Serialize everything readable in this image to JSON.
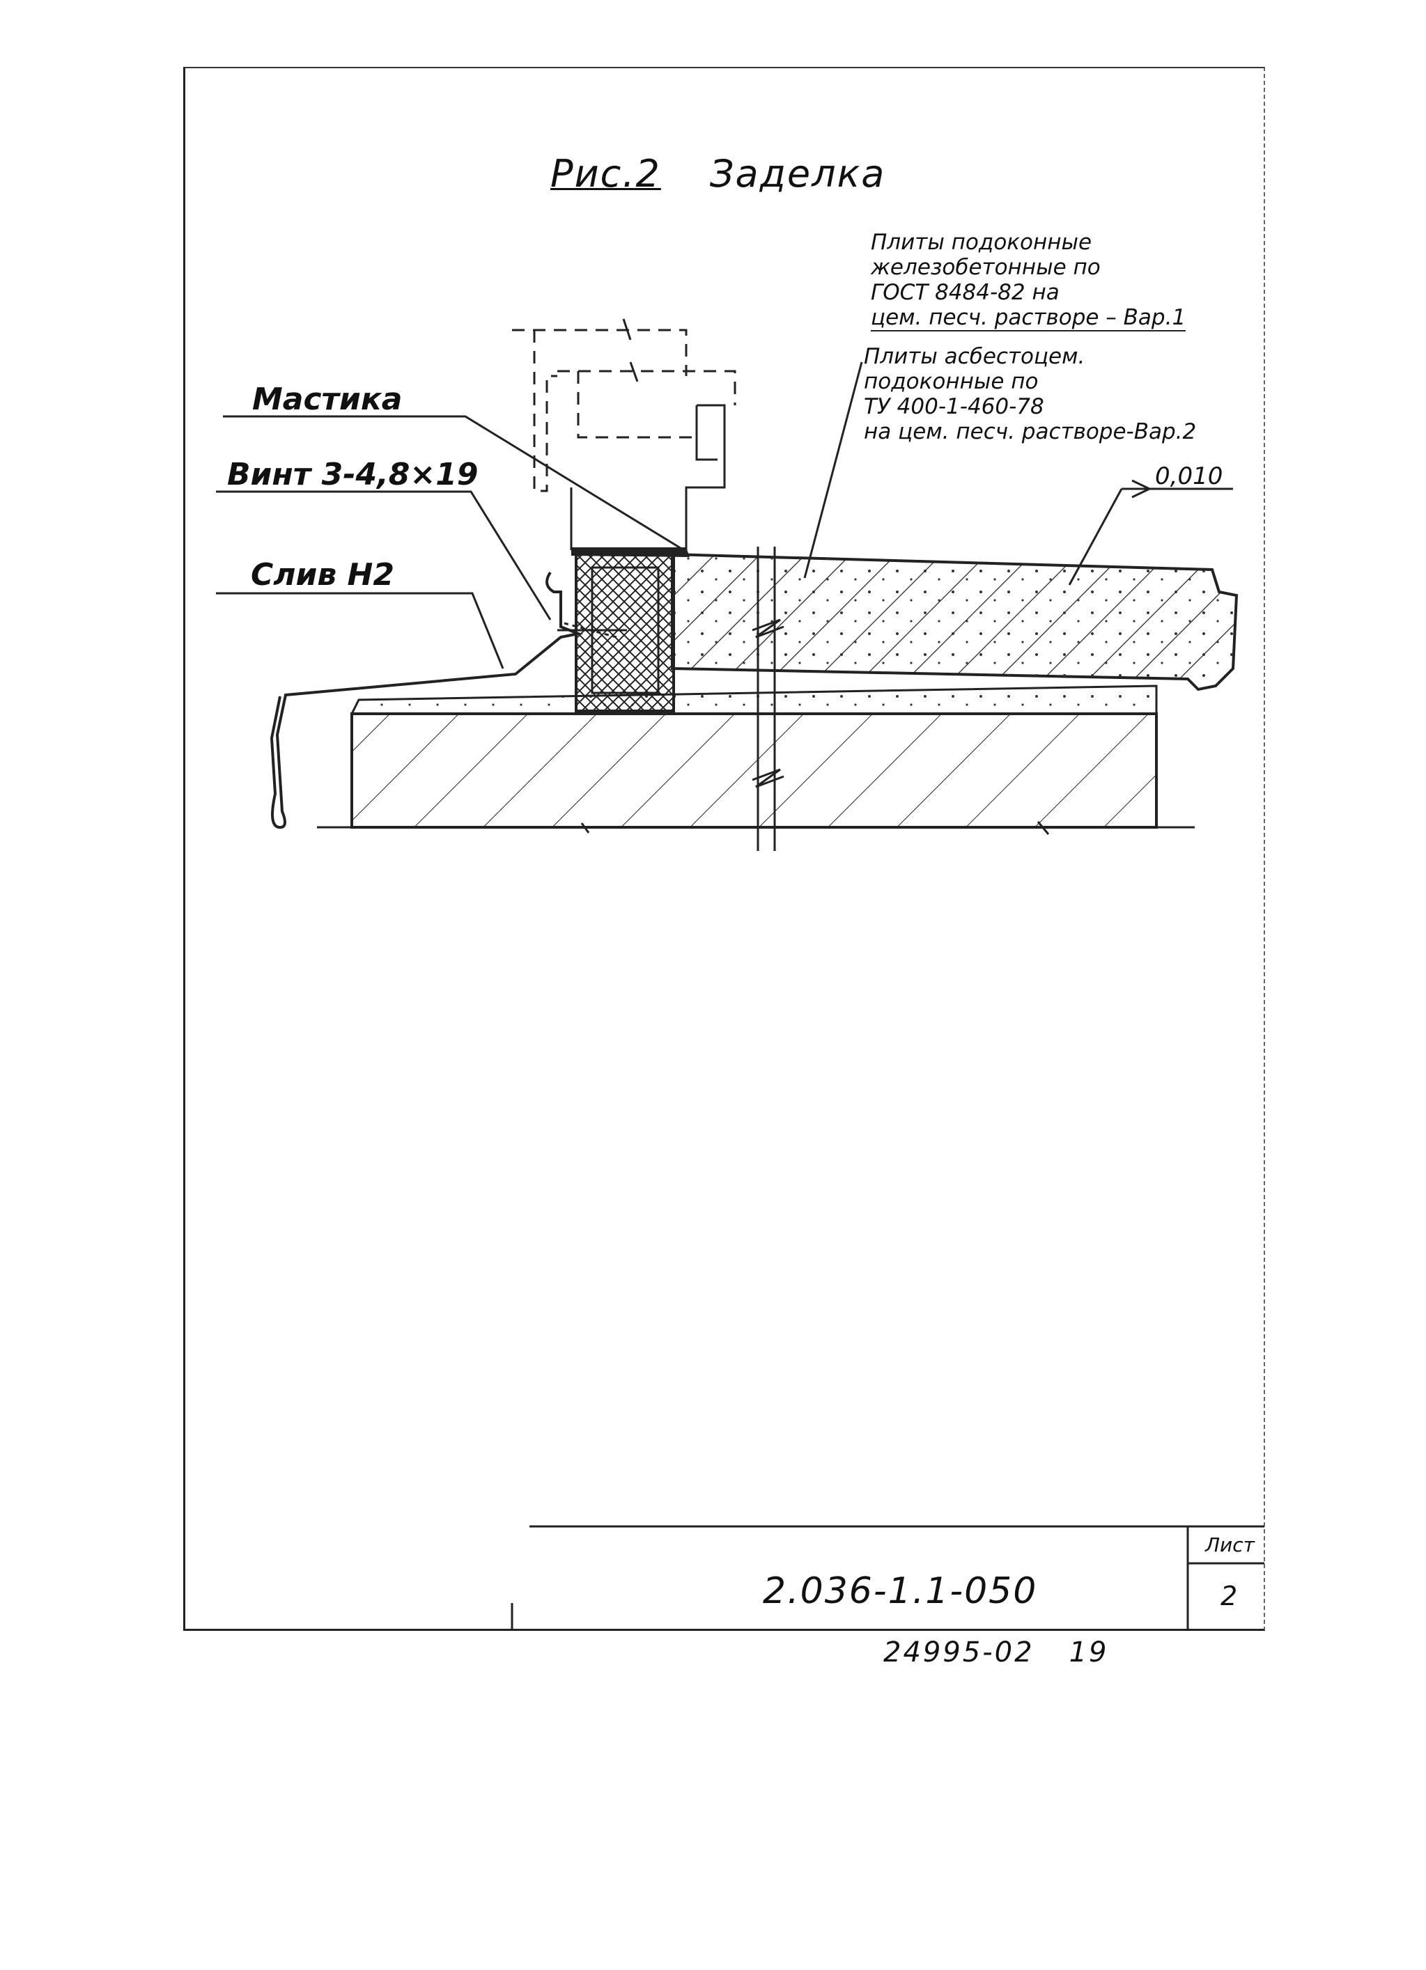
{
  "figure": {
    "number": "Рис.2",
    "title": "Заделка"
  },
  "notes": {
    "variant1": [
      "Плиты подоконные",
      "железобетонные по",
      "ГОСТ 8484-82 на",
      "цем. песч. растворе – Вар.1"
    ],
    "variant2": [
      "Плиты асбестоцем.",
      "подоконные по",
      "ТУ 400-1-460-78",
      "на цем. песч. растворе-Вар.2"
    ]
  },
  "callouts": {
    "mastika": "Мастика",
    "vint": "Винт 3-4,8×19",
    "sliv": "Слив Н2"
  },
  "level_mark": "0,010",
  "title_block": {
    "code": "2.036-1.1-050",
    "sheet_label": "Лист",
    "sheet_number": "2"
  },
  "footer": {
    "inventory": "24995-02",
    "page": "19"
  }
}
